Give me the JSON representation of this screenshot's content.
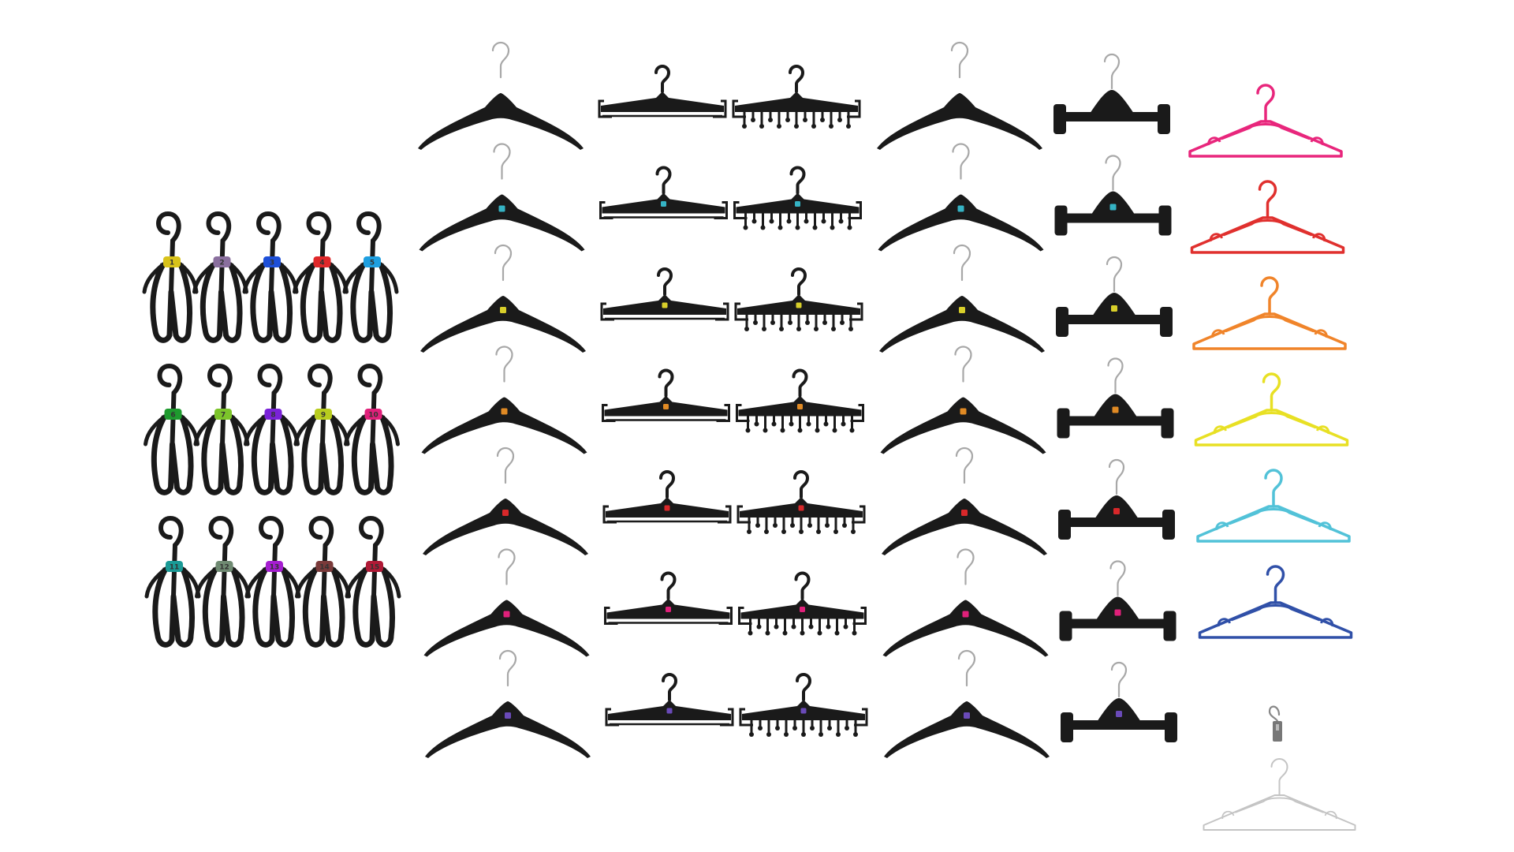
{
  "scene": {
    "background": "#ffffff",
    "ink": "#1a1a1a",
    "wire": "#a8a8a8"
  },
  "small_hangers": {
    "grid": "5x3",
    "tags": [
      {
        "label": "1",
        "color": "#d8c21a"
      },
      {
        "label": "2",
        "color": "#8a6f9e"
      },
      {
        "label": "3",
        "color": "#1d4fd8"
      },
      {
        "label": "4",
        "color": "#e0282a"
      },
      {
        "label": "5",
        "color": "#1e9fe0"
      },
      {
        "label": "6",
        "color": "#1e9a2e"
      },
      {
        "label": "7",
        "color": "#7cc42a"
      },
      {
        "label": "8",
        "color": "#7a22d8"
      },
      {
        "label": "9",
        "color": "#b8cc1e"
      },
      {
        "label": "10",
        "color": "#e0207a"
      },
      {
        "label": "11",
        "color": "#1a9a96"
      },
      {
        "label": "12",
        "color": "#6f8a72"
      },
      {
        "label": "13",
        "color": "#a51ed0"
      },
      {
        "label": "14",
        "color": "#7a3a3a"
      },
      {
        "label": "15",
        "color": "#b01a36"
      }
    ]
  },
  "hanger_grid": {
    "columns": [
      "shirt",
      "clip-bar",
      "clip-bar-hooks",
      "shirt",
      "pant-clamp"
    ],
    "row_tag_colors": [
      "none",
      "#35b3c4",
      "#d8cf2a",
      "#e08a24",
      "#d8282a",
      "#e0207a",
      "#6a4ab8"
    ]
  },
  "plastic_hangers": {
    "items": [
      {
        "kind": "hanger",
        "color": "#e8267c"
      },
      {
        "kind": "hanger",
        "color": "#e0302e"
      },
      {
        "kind": "hanger",
        "color": "#f0842a"
      },
      {
        "kind": "hanger",
        "color": "#e8e024"
      },
      {
        "kind": "hanger",
        "color": "#52c2d8"
      },
      {
        "kind": "hanger",
        "color": "#3050a8"
      },
      {
        "kind": "clip",
        "color": "#777777"
      },
      {
        "kind": "hanger",
        "color": "#c4c4c4"
      }
    ]
  }
}
